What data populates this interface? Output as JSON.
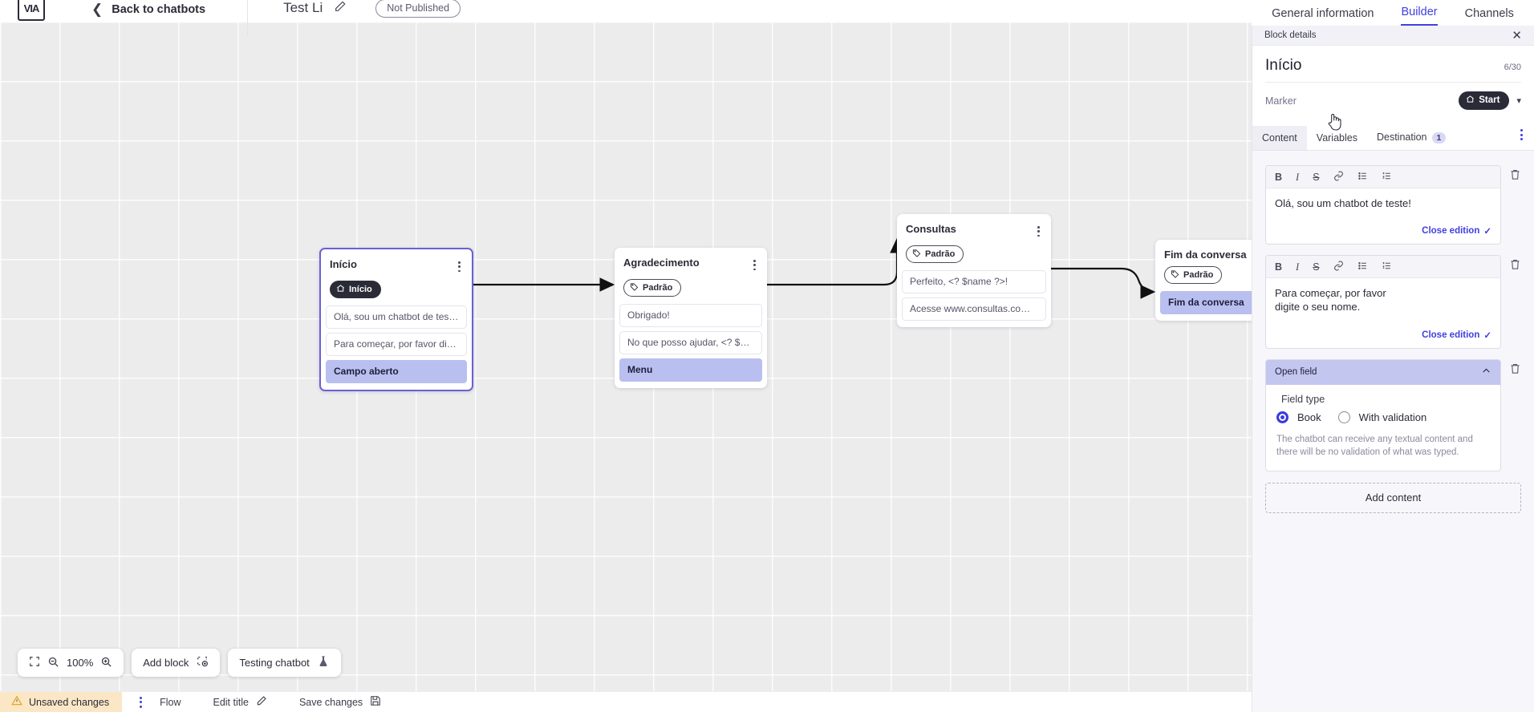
{
  "topbar": {
    "logo_glyph": "VIA",
    "back_label": "Back to chatbots",
    "bot_title": "Test Li",
    "publish_status": "Not Published"
  },
  "top_tabs": [
    {
      "label": "General information",
      "active": false
    },
    {
      "label": "Builder",
      "active": true
    },
    {
      "label": "Channels",
      "active": false
    }
  ],
  "canvas": {
    "nodes": [
      {
        "title": "Início",
        "badge": {
          "label": "Início",
          "style": "dark",
          "icon": "home-icon"
        },
        "rows": [
          {
            "text": "Olá, sou um chatbot de teste!",
            "accent": false
          },
          {
            "text": "Para começar, por favor digite o ...",
            "accent": false
          },
          {
            "text": "Campo aberto",
            "accent": true
          }
        ]
      },
      {
        "title": "Agradecimento",
        "badge": {
          "label": "Padrão",
          "style": "outline",
          "icon": "tag-icon"
        },
        "rows": [
          {
            "text": "Obrigado!",
            "accent": false
          },
          {
            "text": "No que posso ajudar, <? $name ...",
            "accent": false
          },
          {
            "text": "Menu",
            "accent": true
          }
        ]
      },
      {
        "title": "Consultas",
        "badge": {
          "label": "Padrão",
          "style": "outline",
          "icon": "tag-icon"
        },
        "rows": [
          {
            "text": "Perfeito, <? $name ?>!",
            "accent": false
          },
          {
            "text": "Acesse www.consultas.com par...",
            "accent": false
          }
        ]
      },
      {
        "title": "Fim da conversa",
        "badge": {
          "label": "Padrão",
          "style": "outline",
          "icon": "tag-icon"
        },
        "rows": [
          {
            "text": "Fim da conversa",
            "accent": true
          }
        ]
      }
    ]
  },
  "float_toolbar": {
    "fit_icon": "fit-screen-icon",
    "zoom_out_icon": "zoom-out-icon",
    "zoom_level": "100%",
    "zoom_in_icon": "zoom-in-icon",
    "add_block_label": "Add block",
    "add_block_icon": "add-block-icon",
    "testing_label": "Testing chatbot",
    "testing_icon": "flask-icon"
  },
  "statusbar": {
    "unsaved_label": "Unsaved changes",
    "warning_icon": "warning-icon",
    "flow_label": "Flow",
    "edit_title_label": "Edit title",
    "edit_title_icon": "pencil-icon",
    "save_label": "Save changes",
    "save_icon": "save-icon"
  },
  "panel": {
    "header_title": "Block details",
    "close_icon": "close-icon",
    "block_title": "Início",
    "char_count": "6/30",
    "marker_label": "Marker",
    "marker_value": "Start",
    "marker_icon": "home-icon",
    "tabs": [
      {
        "label": "Content",
        "active": true,
        "badge": null
      },
      {
        "label": "Variables",
        "active": false,
        "badge": null
      },
      {
        "label": "Destination",
        "active": false,
        "badge": "1"
      }
    ],
    "editor_toolbar": [
      "B",
      "I",
      "S",
      "link-icon",
      "bullet-list-icon",
      "numbered-list-icon"
    ],
    "content_blocks": [
      {
        "text": "Olá, sou um chatbot de teste!",
        "close_label": "Close edition"
      },
      {
        "text": "Para começar, por favor digite o seu nome.",
        "close_label": "Close edition"
      }
    ],
    "open_field": {
      "header": "Open field",
      "collapse_icon": "chevron-up-icon",
      "field_type_label": "Field type",
      "options": [
        {
          "label": "Book",
          "selected": true
        },
        {
          "label": "With validation",
          "selected": false
        }
      ],
      "help": "The chatbot can receive any textual content and there will be no validation of what was typed."
    },
    "add_content_label": "Add content"
  },
  "colors": {
    "accent": "#4040e0",
    "node_accent_row": "#b9c0ef",
    "badge_dark": "#2b2b38",
    "unsaved_bg": "#fbe7c6"
  }
}
